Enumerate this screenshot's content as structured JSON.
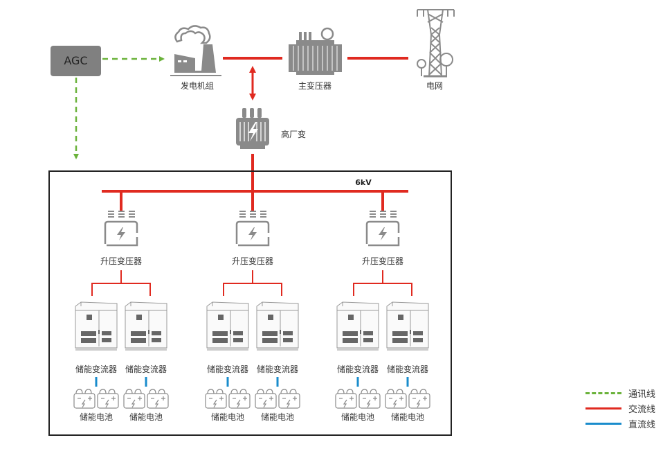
{
  "colors": {
    "comm": "#6ab23a",
    "ac": "#e02a20",
    "dc": "#1a8ccc",
    "icon": "#8a8a8a",
    "agc_box": "#808080",
    "frame": "#222222"
  },
  "agc": {
    "label": "AGC"
  },
  "top": {
    "generator": {
      "label": "发电机组",
      "icon": "factory-icon"
    },
    "main_transformer": {
      "label": "主变压器",
      "icon": "transformer-icon"
    },
    "grid": {
      "label": "电网",
      "icon": "power-tower-icon"
    },
    "aux_transformer": {
      "label": "高厂变",
      "icon": "transformer-icon"
    }
  },
  "bus": {
    "label": "6kV"
  },
  "units": [
    {
      "transformer_label": "升压变压器",
      "pcs": [
        {
          "label": "储能变流器",
          "battery_label": "储能电池"
        },
        {
          "label": "储能变流器",
          "battery_label": "储能电池"
        }
      ]
    },
    {
      "transformer_label": "升压变压器",
      "pcs": [
        {
          "label": "储能变流器",
          "battery_label": "储能电池"
        },
        {
          "label": "储能变流器",
          "battery_label": "储能电池"
        }
      ]
    },
    {
      "transformer_label": "升压变压器",
      "pcs": [
        {
          "label": "储能变流器",
          "battery_label": "储能电池"
        },
        {
          "label": "储能变流器",
          "battery_label": "储能电池"
        }
      ]
    }
  ],
  "legend": [
    {
      "label": "通讯线",
      "style": "dashed",
      "color_key": "comm"
    },
    {
      "label": "交流线",
      "style": "solid",
      "color_key": "ac"
    },
    {
      "label": "直流线",
      "style": "solid",
      "color_key": "dc"
    }
  ]
}
